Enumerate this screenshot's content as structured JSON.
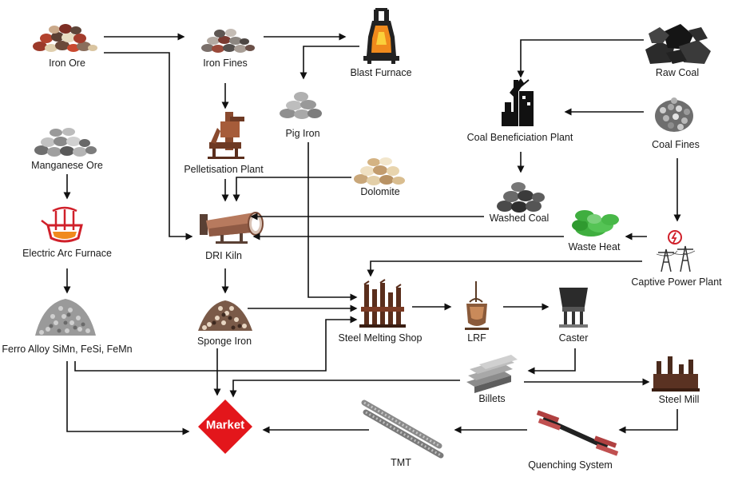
{
  "nodes": {
    "iron_ore": "Iron Ore",
    "iron_fines": "Iron Fines",
    "blast_furnace": "Blast Furnace",
    "raw_coal": "Raw Coal",
    "pig_iron": "Pig Iron",
    "coal_beneficiation_plant": "Coal Beneficiation Plant",
    "coal_fines": "Coal Fines",
    "manganese_ore": "Manganese Ore",
    "pelletisation_plant": "Pelletisation Plant",
    "dolomite": "Dolomite",
    "washed_coal": "Washed Coal",
    "electric_arc_furnace": "Electric Arc Furnace",
    "dri_kiln": "DRI Kiln",
    "waste_heat": "Waste Heat",
    "captive_power_plant": "Captive Power Plant",
    "ferro_alloy": "Ferro Alloy SiMn, FeSi, FeMn",
    "sponge_iron": "Sponge Iron",
    "steel_melting_shop": "Steel Melting Shop",
    "lrf": "LRF",
    "caster": "Caster",
    "billets": "Billets",
    "steel_mill": "Steel Mill",
    "market": "Market",
    "tmt": "TMT",
    "quenching_system": "Quenching System"
  },
  "colors": {
    "arrow": "#111111",
    "market": "#e3161b",
    "furnace_orange": "#f08a1c",
    "eaf_red": "#d0202a",
    "waste_heat_green": "#3fae3f",
    "rust": "#8a4a2e"
  },
  "icons": [
    "iron-ore-pile",
    "iron-fines-pile",
    "blast-furnace",
    "raw-coal-pile",
    "pig-iron-pile",
    "coal-beneficiation-tower",
    "coal-fines-pile",
    "manganese-ore-pile",
    "pelletisation-plant",
    "dolomite-pile",
    "washed-coal-pile",
    "electric-arc-furnace",
    "dri-kiln",
    "waste-heat-cloud",
    "power-pylon",
    "ferro-alloy-pile",
    "sponge-iron-pile",
    "steel-melting-shop",
    "ladle",
    "caster",
    "billets",
    "steel-mill",
    "market-diamond",
    "tmt-bars",
    "quenching-system"
  ]
}
